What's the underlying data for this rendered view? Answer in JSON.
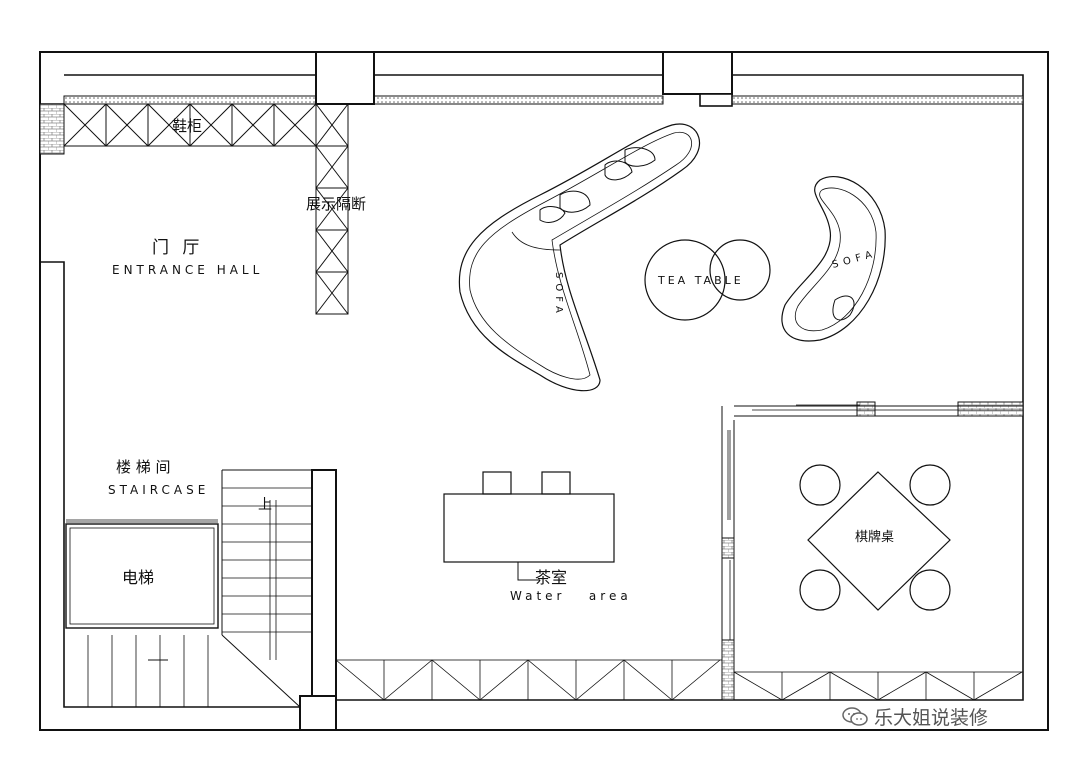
{
  "rooms": {
    "shoe_cabinet": "鞋柜",
    "display_partition": "展示隔断",
    "entrance_hall_cn": "门  厅",
    "entrance_hall_en": "ENTRANCE HALL",
    "staircase_cn": "楼 梯 间",
    "staircase_en": "STAIRCASE",
    "stair_up": "上",
    "elevator": "电梯",
    "tea_room_cn": "茶室",
    "tea_room_en": "Water   area",
    "mahjong_table": "棋牌桌"
  },
  "furniture": {
    "sofa_large": "SOFA",
    "sofa_small": "SOFA",
    "tea_table": "TEA TABLE"
  },
  "watermark": {
    "text": "乐大姐说装修",
    "icon": "wechat-icon"
  },
  "colors": {
    "line": "#111111",
    "brick": "#888888",
    "watermark": "#555555"
  }
}
